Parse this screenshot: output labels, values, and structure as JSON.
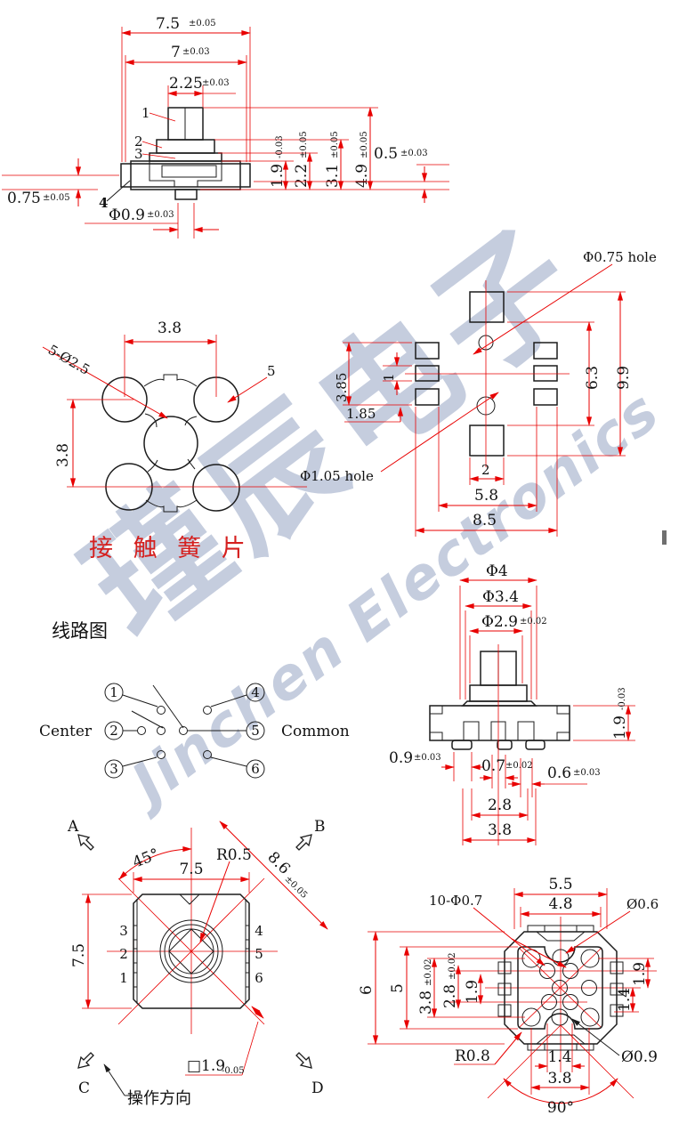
{
  "colors": {
    "dimension_red": "#e80000",
    "outline_black": "#1c1c1c",
    "caption_red": "#d5201f",
    "watermark_blue": "#b7c1d6"
  },
  "watermark": {
    "cjk": "瑾辰电子",
    "latin": "Jinchen Electronics"
  },
  "side_view": {
    "part_labels": {
      "p1": "1",
      "p2": "2",
      "p3": "3",
      "p4": "4"
    },
    "dims": {
      "w_top": {
        "v": "7.5",
        "t": "±0.05"
      },
      "w_body": {
        "v": "7",
        "t": "±0.03"
      },
      "w_stem": {
        "v": "2.25",
        "t": "±0.03"
      },
      "h_base": {
        "v": "1.9",
        "t": "-0.03"
      },
      "h_flange": {
        "v": "2.2",
        "t": "±0.05"
      },
      "h_collar": {
        "v": "3.1",
        "t": "±0.05"
      },
      "h_total": {
        "v": "4.9",
        "t": "±0.05"
      },
      "edge": {
        "v": "0.5",
        "t": "±0.03"
      },
      "lip": {
        "v": "0.75",
        "t": "±0.05"
      },
      "pin": {
        "v": "Φ0.9",
        "t": "±0.03"
      }
    }
  },
  "spring_view": {
    "width": "3.8",
    "height": "3.8",
    "hole_note": "5-Ø2.5",
    "part_label": "5",
    "caption": "接 触 簧 片"
  },
  "pcb_view": {
    "hole_top_label": "Φ0.75 hole",
    "hole_bottom_label": "Φ1.05 hole",
    "dims": {
      "pads_height": "3.85",
      "pad": "1",
      "pitch": "1.85",
      "inner": "6.3",
      "outer": "9.9",
      "square": "2",
      "span": "5.8",
      "width": "8.5"
    }
  },
  "circuit_view": {
    "title": "线路图",
    "center_label": "Center",
    "common_label": "Common",
    "terminals": [
      "1",
      "2",
      "3",
      "4",
      "5",
      "6"
    ]
  },
  "front_view": {
    "dims": {
      "d4": "Φ4",
      "d34": "Φ3.4",
      "d29": {
        "v": "Φ2.9",
        "t": "±0.02"
      },
      "h_base": {
        "v": "1.9",
        "t": "-0.03"
      },
      "leg": {
        "v": "0.9",
        "t": "±0.03"
      },
      "pin": {
        "v": "0.7",
        "t": "±0.02"
      },
      "gap": {
        "v": "0.6",
        "t": "±0.03"
      },
      "span_inner": "2.8",
      "span_outer": "3.8"
    }
  },
  "top_view": {
    "corner_labels": {
      "a": "A",
      "b": "B",
      "c": "C",
      "d": "D"
    },
    "pins_left": [
      "3",
      "2",
      "1"
    ],
    "pins_right": [
      "4",
      "5",
      "6"
    ],
    "dims": {
      "angle": "45°",
      "width": "7.5",
      "height": "7.5",
      "radius": "R0.5",
      "diagonal": {
        "v": "8.6",
        "t": "±0.05"
      },
      "square": {
        "v": "□1.9",
        "t": "-0.05"
      }
    },
    "direction_note": "操作方向"
  },
  "bottom_view": {
    "dims": {
      "w_tab": "5.5",
      "w_inner": "4.8",
      "holes_note": "10-Φ0.7",
      "d_top": "Ø0.6",
      "d_corner": "Ø0.9",
      "radius": "R0.8",
      "h_body": "6",
      "h_pads": "5",
      "h_holes": {
        "v": "3.8",
        "t": "±0.02"
      },
      "h_inner": {
        "v": "2.8",
        "t": "±0.02"
      },
      "h_step": "1.9",
      "r_upper": "1.9",
      "r_lower": "1.4",
      "b_inner": "1.4",
      "b_outer": "3.8",
      "angle": "90°"
    }
  }
}
